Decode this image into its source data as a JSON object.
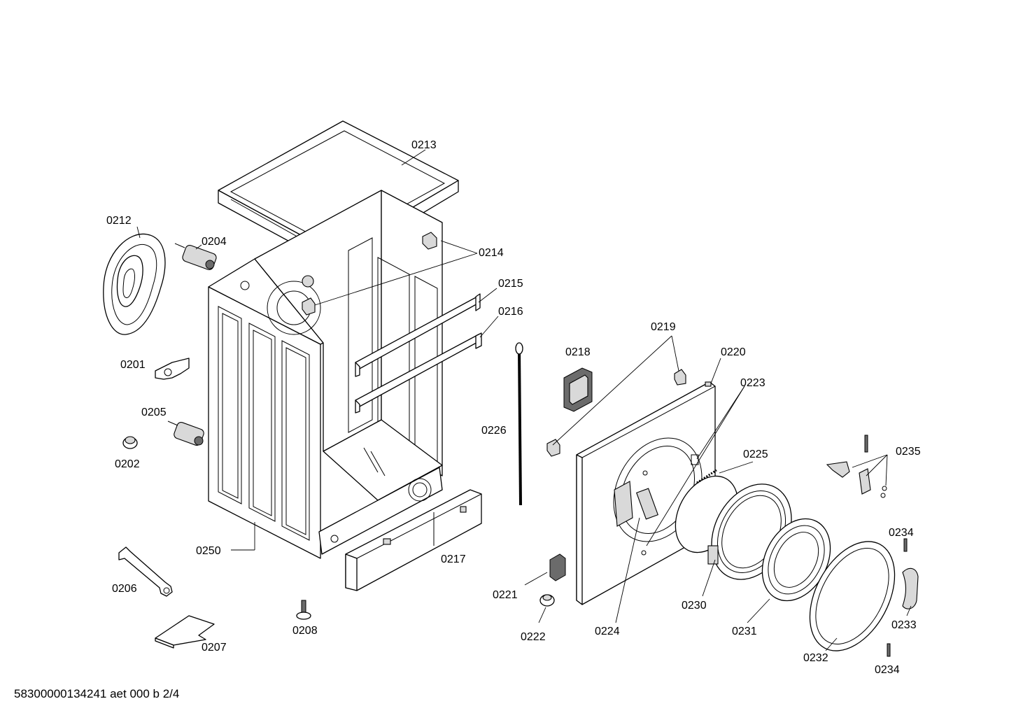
{
  "labels": {
    "p0201": "0201",
    "p0202": "0202",
    "p0204": "0204",
    "p0205": "0205",
    "p0206": "0206",
    "p0207": "0207",
    "p0208": "0208",
    "p0212": "0212",
    "p0213": "0213",
    "p0214": "0214",
    "p0215": "0215",
    "p0216": "0216",
    "p0217": "0217",
    "p0218": "0218",
    "p0219": "0219",
    "p0220": "0220",
    "p0221": "0221",
    "p0222": "0222",
    "p0223": "0223",
    "p0224": "0224",
    "p0225": "0225",
    "p0226": "0226",
    "p0230": "0230",
    "p0231": "0231",
    "p0232": "0232",
    "p0233": "0233",
    "p0234a": "0234",
    "p0234b": "0234",
    "p0235": "0235",
    "p0250": "0250"
  },
  "footer": "58300000134241 aet 000 b 2/4"
}
